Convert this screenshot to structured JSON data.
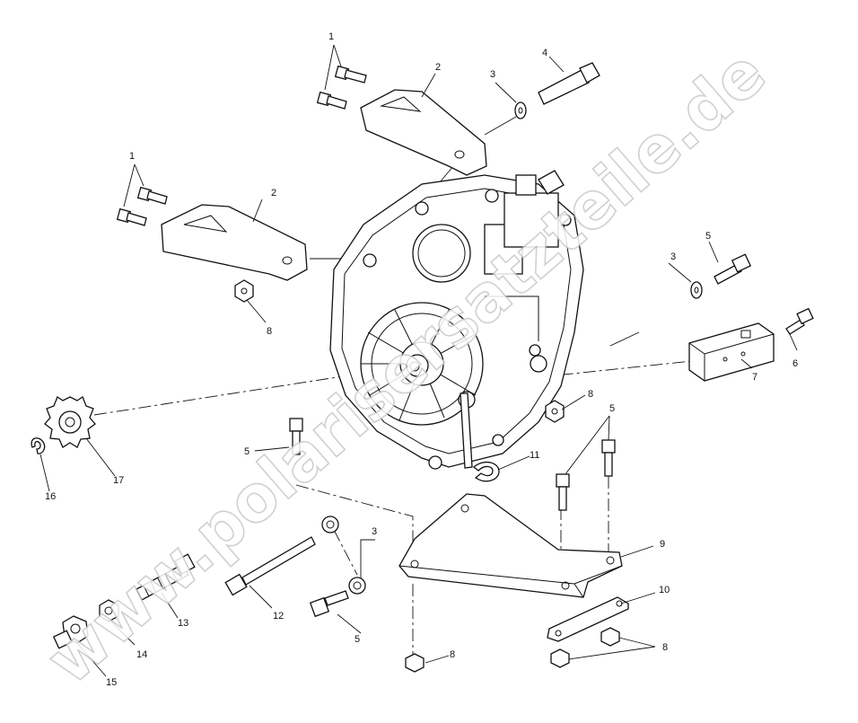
{
  "watermark": "www.polarisersatzteile.de",
  "callouts": {
    "c1a": "1",
    "c1b": "1",
    "c2a": "2",
    "c2b": "2",
    "c3a": "3",
    "c3b": "3",
    "c3c": "3",
    "c4": "4",
    "c5a": "5",
    "c5b": "5",
    "c5c": "5",
    "c5d": "5",
    "c6": "6",
    "c7": "7",
    "c8a": "8",
    "c8b": "8",
    "c8c": "8",
    "c8d": "8",
    "c9": "9",
    "c10": "10",
    "c11": "11",
    "c12": "12",
    "c13": "13",
    "c14": "14",
    "c15": "15",
    "c16": "16",
    "c17": "17"
  }
}
